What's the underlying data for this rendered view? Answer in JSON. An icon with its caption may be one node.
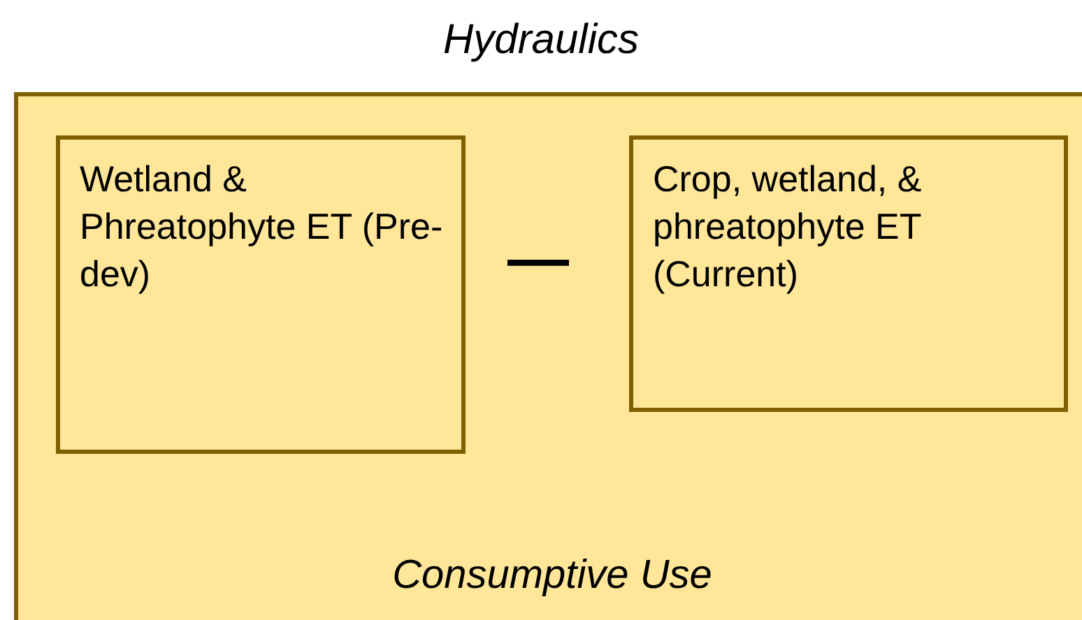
{
  "diagram": {
    "title": "Hydraulics",
    "nodes": [
      {
        "text": [
          "Consumptive Use"
        ]
      },
      {
        "text": [
          "Wetland & Phreatophyte ET (Pre-dev)"
        ],
        "in": 0
      },
      {
        "text": [
          "Crop, wetland, & phreatophyte ET (Current)"
        ],
        "in": 0
      }
    ],
    "edges": [],
    "labels": [
      "—"
    ]
  }
}
